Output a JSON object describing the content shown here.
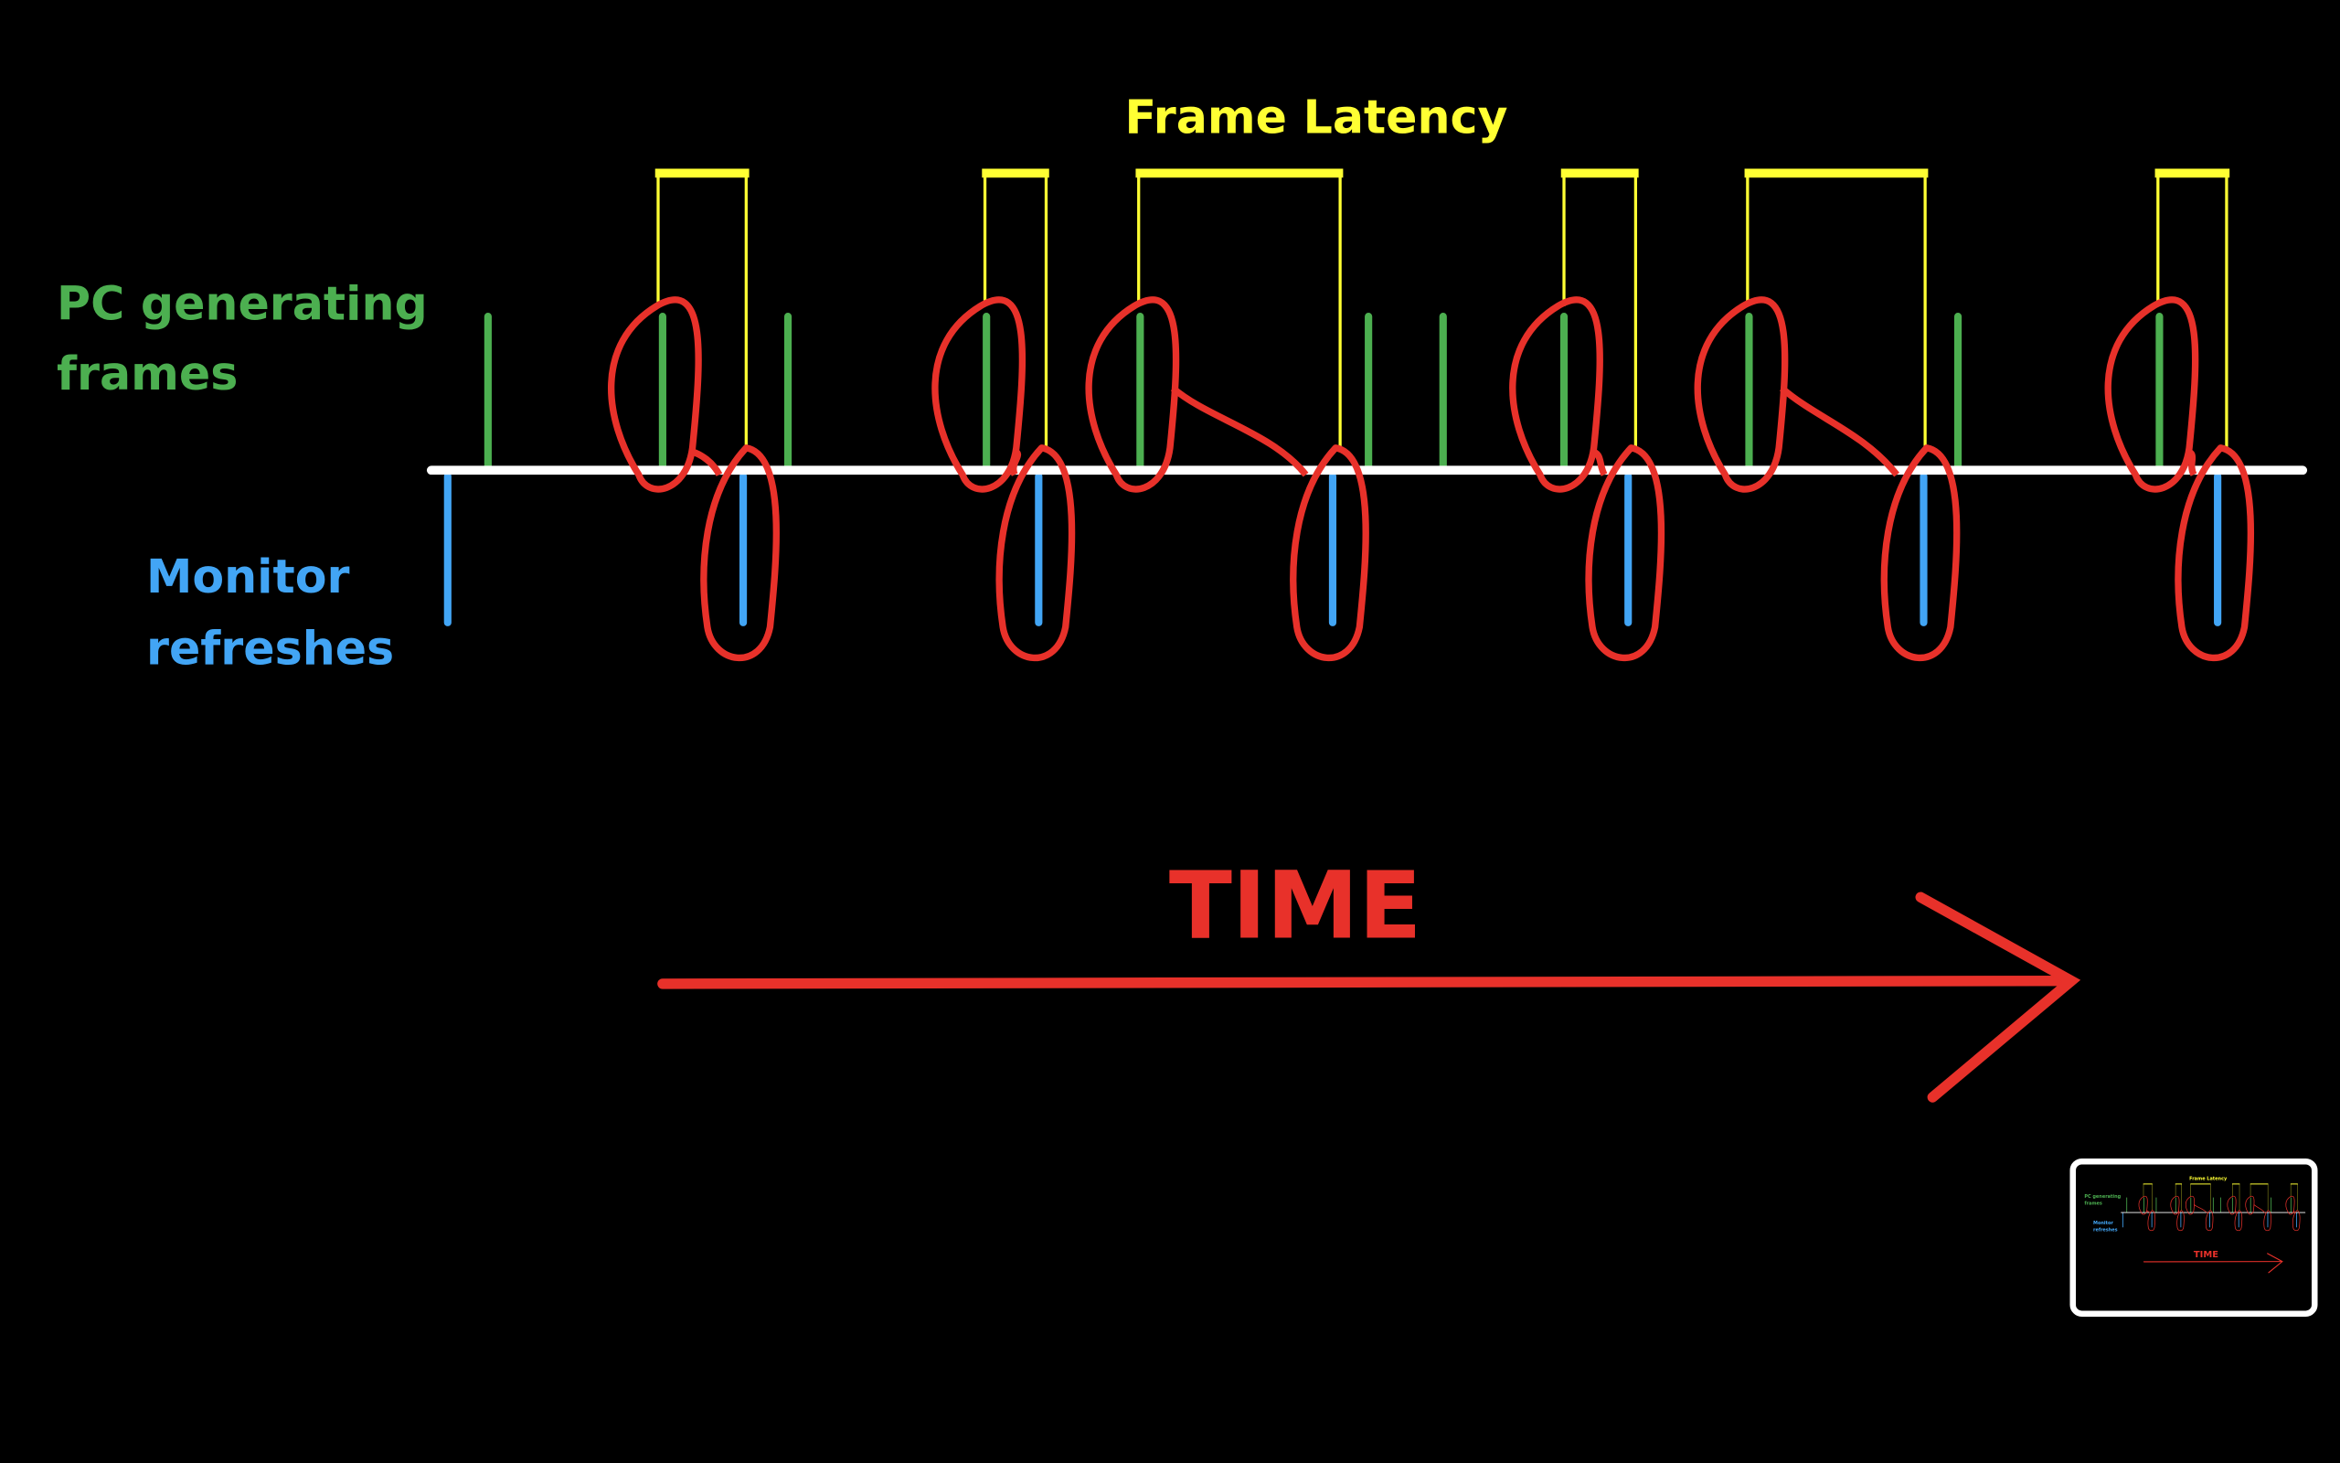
{
  "title": "Frame Latency",
  "labels": {
    "pc_line1": "PC generating",
    "pc_line2": "frames",
    "monitor_line1": "Monitor",
    "monitor_line2": "refreshes",
    "time": "TIME"
  },
  "colors": {
    "background": "#000000",
    "frames": "#4caf50",
    "refreshes": "#42a5f5",
    "latency": "#ffff33",
    "highlight": "#e8312a",
    "baseline": "#ffffff"
  }
}
